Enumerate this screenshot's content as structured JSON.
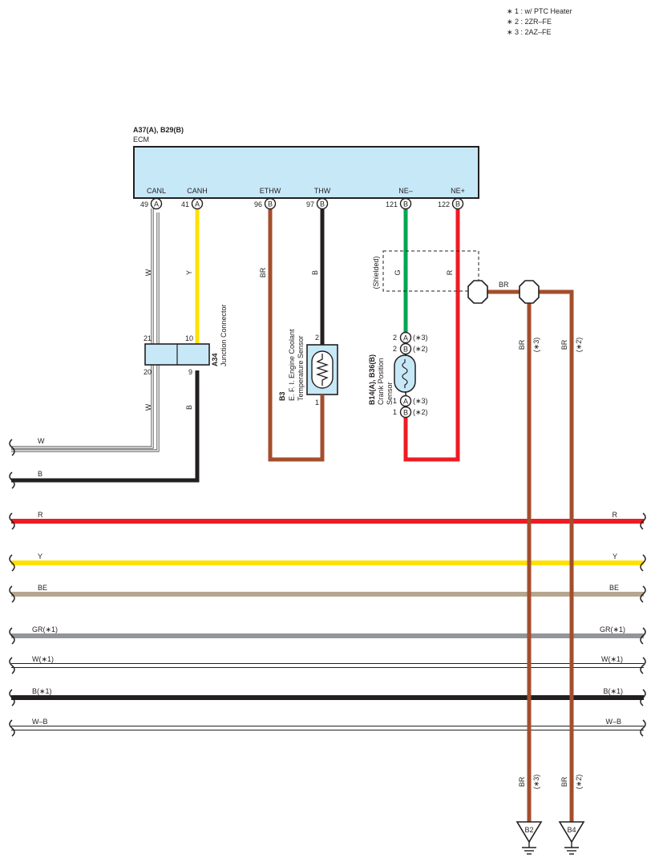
{
  "notes": [
    "∗ 1 : w/ PTC Heater",
    "∗ 2 : 2ZR–FE",
    "∗ 3 : 2AZ–FE"
  ],
  "ecm": {
    "code": "A37(A), B29(B)",
    "name": "ECM",
    "pins": [
      {
        "label": "CANL",
        "num": "49",
        "conn": "A"
      },
      {
        "label": "CANH",
        "num": "41",
        "conn": "A"
      },
      {
        "label": "ETHW",
        "num": "96",
        "conn": "B"
      },
      {
        "label": "THW",
        "num": "97",
        "conn": "B"
      },
      {
        "label": "NE–",
        "num": "121",
        "conn": "B"
      },
      {
        "label": "NE+",
        "num": "122",
        "conn": "B"
      }
    ]
  },
  "junction": {
    "code": "A34",
    "name": "Junction Connector",
    "pins": [
      "21",
      "10",
      "20",
      "9"
    ]
  },
  "coolant_sensor": {
    "code": "B3",
    "name_line1": "E. F. I. Engine Coolant",
    "name_line2": "Temperature Sensor",
    "pin_top": "2",
    "pin_bottom": "1"
  },
  "crank_sensor": {
    "code": "B14(A), B36(B)",
    "name_line1": "Crank Position",
    "name_line2": "Sensor",
    "pins": [
      {
        "num": "2",
        "conn": "A",
        "note": "(∗3)"
      },
      {
        "num": "2",
        "conn": "B",
        "note": "(∗2)"
      },
      {
        "num": "1",
        "conn": "A",
        "note": "(∗3)"
      },
      {
        "num": "1",
        "conn": "B",
        "note": "(∗2)"
      }
    ]
  },
  "shielded": "(Shielded)",
  "wire_codes": {
    "canl": "W",
    "canh": "Y",
    "ethw": "BR",
    "thw": "B",
    "ne_minus": "G",
    "ne_plus": "R",
    "shield": "BR",
    "junc_w": "W",
    "junc_b": "B"
  },
  "ground_wires": [
    {
      "color": "BR",
      "note": "(∗3)",
      "ground": "B2"
    },
    {
      "color": "BR",
      "note": "(∗2)",
      "ground": "B4"
    }
  ],
  "bus_left": [
    {
      "label": "W"
    },
    {
      "label": "B"
    }
  ],
  "bus_lines": [
    {
      "label": "R",
      "right_label": "R"
    },
    {
      "label": "Y",
      "right_label": "Y"
    },
    {
      "label": "BE",
      "right_label": "BE"
    },
    {
      "label": "GR(∗1)",
      "right_label": "GR(∗1)"
    },
    {
      "label": "W(∗1)",
      "right_label": "W(∗1)"
    },
    {
      "label": "B(∗1)",
      "right_label": "B(∗1)"
    },
    {
      "label": "W–B",
      "right_label": "W–B"
    }
  ],
  "colors": {
    "ecm_fill": "#c6e8f7",
    "W": "#c8c8c8",
    "Y": "#ffe000",
    "BR": "#a34e2c",
    "B": "#231f20",
    "G": "#00a650",
    "R": "#ed1c24",
    "BE": "#b7a68f",
    "GR": "#939598"
  }
}
